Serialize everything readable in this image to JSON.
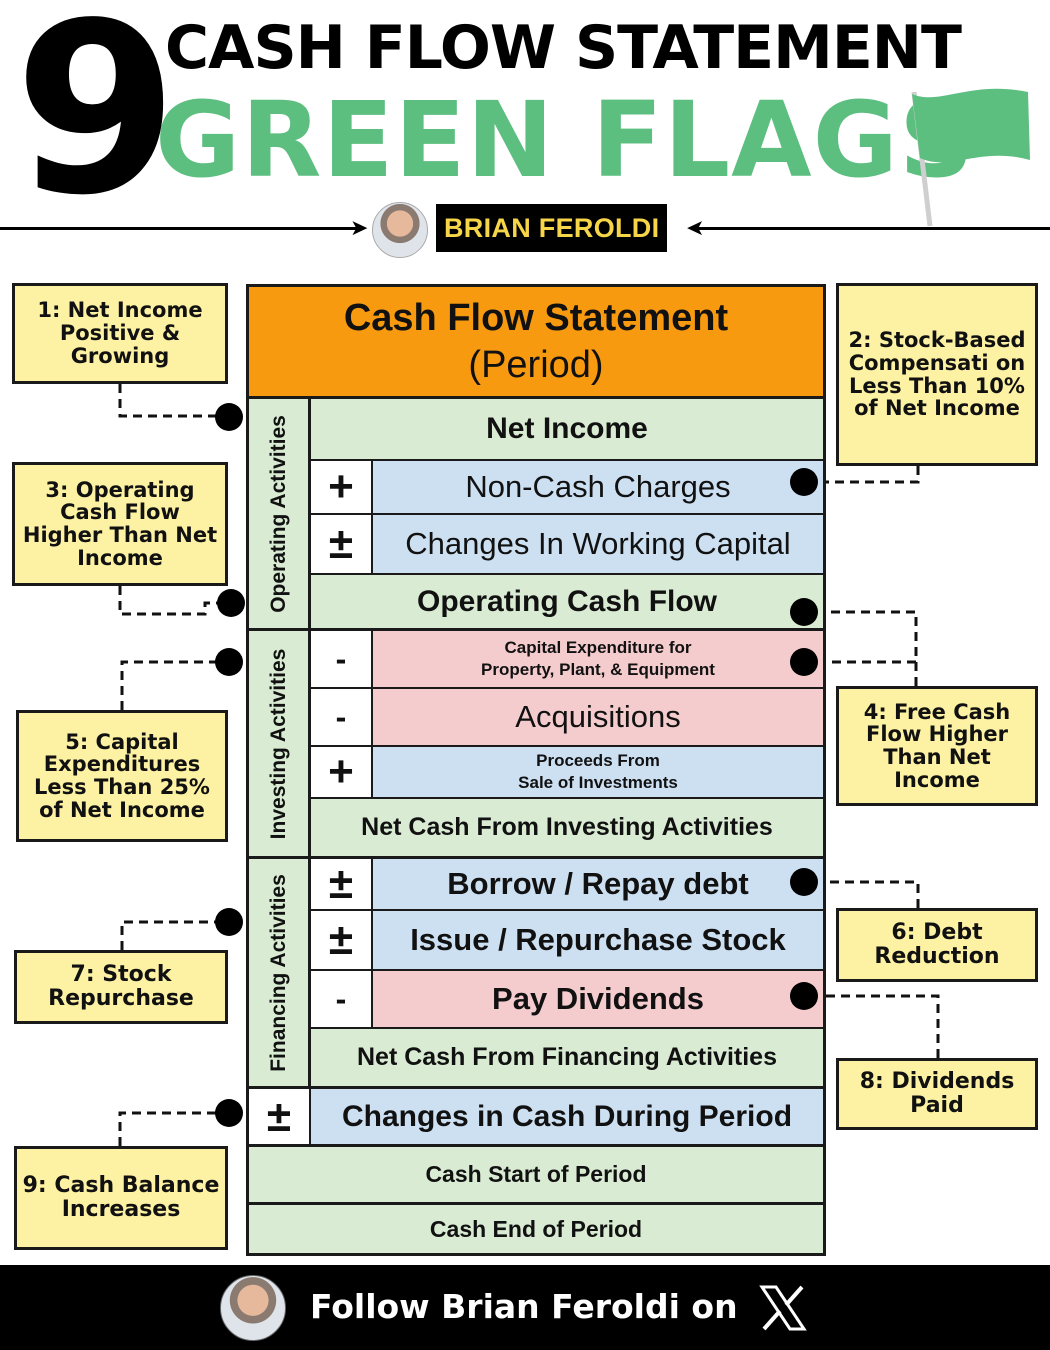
{
  "header": {
    "number": "9",
    "title": "CASH FLOW STATEMENT",
    "subtitle": "GREEN FLAGS",
    "author": "BRIAN FEROLDI",
    "accent": "#5cbf80"
  },
  "table": {
    "title": "Cash Flow Statement",
    "period": "(Period)",
    "sections": {
      "operating": "Operating Activities",
      "investing": "Investing Activities",
      "financing": "Financing Activities"
    },
    "rows": {
      "net_income": "Net Income",
      "non_cash": {
        "sign": "+",
        "label": "Non-Cash Charges"
      },
      "working_capital": {
        "sign": "±",
        "label": "Changes In Working Capital"
      },
      "ocf": "Operating Cash Flow",
      "capex": {
        "sign": "-",
        "line1": "Capital Expenditure for",
        "line2": "Property, Plant, & Equipment"
      },
      "acquisitions": {
        "sign": "-",
        "label": "Acquisitions"
      },
      "proceeds": {
        "sign": "+",
        "line1": "Proceeds From",
        "line2": "Sale of Investments"
      },
      "net_investing": "Net Cash From Investing Activities",
      "borrow": {
        "sign": "±",
        "label": "Borrow / Repay debt"
      },
      "issue": {
        "sign": "±",
        "label": "Issue / Repurchase Stock"
      },
      "dividends": {
        "sign": "-",
        "label": "Pay Dividends"
      },
      "net_financing": "Net Cash From Financing Activities",
      "change_cash": {
        "sign": "±",
        "label": "Changes in Cash During Period"
      },
      "cash_start": "Cash Start of Period",
      "cash_end": "Cash End of Period"
    }
  },
  "callouts": {
    "c1": "1: Net Income Positive & Growing",
    "c2": "2: Stock-Based Compensati on Less Than 10% of Net Income",
    "c3": "3: Operating Cash Flow Higher Than Net Income",
    "c4": "4: Free Cash Flow Higher Than Net Income",
    "c5": "5: Capital Expenditures Less Than 25% of Net Income",
    "c6": "6: Debt Reduction",
    "c7": "7: Stock Repurchase",
    "c8": "8: Dividends Paid",
    "c9": "9: Cash Balance Increases"
  },
  "footer": {
    "text": "Follow Brian Feroldi on",
    "platform_icon": "x-logo-icon"
  }
}
